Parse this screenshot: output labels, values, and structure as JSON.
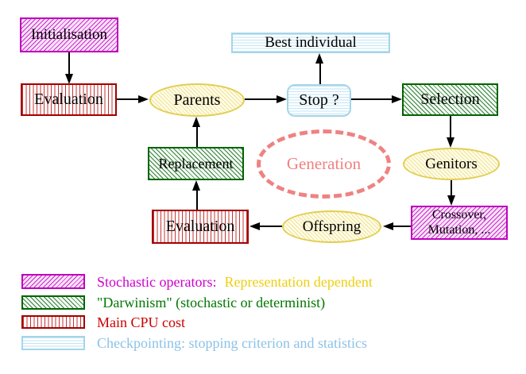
{
  "diagram": {
    "nodes": {
      "initialisation": "Initialisation",
      "evaluation_top": "Evaluation",
      "parents": "Parents",
      "stop": "Stop ?",
      "best_individual": "Best individual",
      "selection": "Selection",
      "genitors": "Genitors",
      "crossover_line1": "Crossover,",
      "crossover_line2": "Mutation, ...",
      "offspring": "Offspring",
      "evaluation_bottom": "Evaluation",
      "replacement": "Replacement",
      "generation_label": "Generation"
    },
    "edges": [
      {
        "from": "initialisation",
        "to": "evaluation_top"
      },
      {
        "from": "evaluation_top",
        "to": "parents"
      },
      {
        "from": "parents",
        "to": "stop"
      },
      {
        "from": "stop",
        "to": "best_individual"
      },
      {
        "from": "stop",
        "to": "selection"
      },
      {
        "from": "selection",
        "to": "genitors"
      },
      {
        "from": "genitors",
        "to": "crossover_mutation"
      },
      {
        "from": "crossover_mutation",
        "to": "offspring"
      },
      {
        "from": "offspring",
        "to": "evaluation_bottom"
      },
      {
        "from": "evaluation_bottom",
        "to": "replacement"
      },
      {
        "from": "replacement",
        "to": "parents"
      }
    ],
    "legend": [
      {
        "swatch": "magenta-diagonal-hatch",
        "text": "Stochastic operators:",
        "text_secondary": "Representation dependent",
        "text_color": "#cc00cc",
        "secondary_color": "#eecf10"
      },
      {
        "swatch": "green-diagonal-hatch",
        "text": "\"Darwinism\" (stochastic or determinist)",
        "text_color": "#007700"
      },
      {
        "swatch": "red-vertical-stripes",
        "text": "Main CPU cost",
        "text_color": "#cc0000"
      },
      {
        "swatch": "cyan-horizontal-lines",
        "text": "Checkpointing: stopping criterion and statistics",
        "text_color": "#8cc2e6"
      }
    ],
    "colors": {
      "stochastic_magenta": "#bf00bf",
      "darwinism_green": "#006400",
      "cpu_red": "#a00000",
      "checkpoint_cyan": "#a5d5ea",
      "operator_yellow": "#e2ce52",
      "generation_salmon": "#ef8282",
      "arrow_black": "#000000"
    }
  }
}
